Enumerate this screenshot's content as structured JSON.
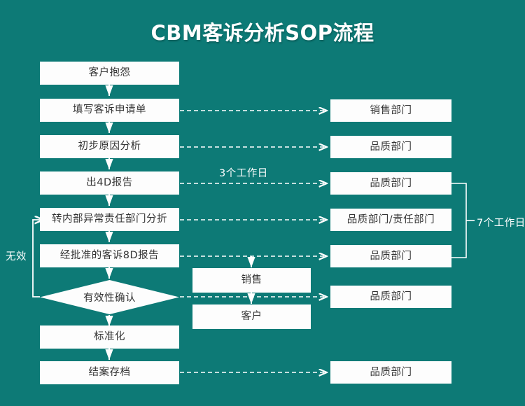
{
  "header": {
    "title": "CBM客诉分析SOP流程"
  },
  "diagram": {
    "type": "flowchart",
    "background_color": "#0d7a76",
    "node_fill": "#fdfdfd",
    "node_text_color": "#333333",
    "connector_color": "#ffffff",
    "process_column": [
      {
        "id": "p1",
        "label": "客户抱怨",
        "shape": "rect"
      },
      {
        "id": "p2",
        "label": "填写客诉申请单",
        "shape": "rect"
      },
      {
        "id": "p3",
        "label": "初步原因分析",
        "shape": "rect"
      },
      {
        "id": "p4",
        "label": "出4D报告",
        "shape": "rect"
      },
      {
        "id": "p5",
        "label": "转内部异常责任部门分折",
        "shape": "rect"
      },
      {
        "id": "p6",
        "label": "经批准的客诉8D报告",
        "shape": "rect"
      },
      {
        "id": "p7",
        "label": "有效性确认",
        "shape": "diamond"
      },
      {
        "id": "p8",
        "label": "标准化",
        "shape": "rect"
      },
      {
        "id": "p9",
        "label": "结案存档",
        "shape": "rect"
      }
    ],
    "middle_column": [
      {
        "id": "m1",
        "label": "销售",
        "shape": "rect"
      },
      {
        "id": "m2",
        "label": "客户",
        "shape": "rect"
      }
    ],
    "owner_column": [
      {
        "id": "o1",
        "label": "销售部门"
      },
      {
        "id": "o2",
        "label": "品质部门"
      },
      {
        "id": "o3",
        "label": "品质部门"
      },
      {
        "id": "o4",
        "label": "品质部门/责任部门"
      },
      {
        "id": "o5",
        "label": "品质部门"
      },
      {
        "id": "o6",
        "label": "品质部门"
      },
      {
        "id": "o7",
        "label": "品质部门"
      }
    ],
    "annotations": [
      {
        "id": "a1",
        "label": "3个工作日"
      },
      {
        "id": "a2",
        "label": "7个工作日"
      },
      {
        "id": "a3",
        "label": "无效"
      }
    ]
  }
}
